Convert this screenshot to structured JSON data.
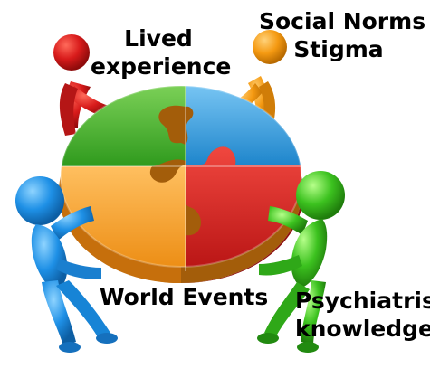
{
  "labels": {
    "top_left": [
      "Lived",
      "experience"
    ],
    "top_right": [
      "Social Norms",
      "Stigma"
    ],
    "bottom_left": [
      "World Events"
    ],
    "bottom_right": [
      "Psychiatrist",
      "knowledge"
    ]
  },
  "figures": [
    {
      "name": "red-figure",
      "color": "#d81b1b"
    },
    {
      "name": "orange-figure",
      "color": "#f59a12"
    },
    {
      "name": "blue-figure",
      "color": "#1e90e6"
    },
    {
      "name": "green-figure",
      "color": "#3cc21f"
    }
  ],
  "puzzle_pieces": [
    {
      "name": "green-piece",
      "color": "#3fb02a"
    },
    {
      "name": "blue-piece",
      "color": "#2e9be0"
    },
    {
      "name": "orange-piece",
      "color": "#f5a623"
    },
    {
      "name": "red-piece",
      "color": "#d8201e"
    }
  ]
}
